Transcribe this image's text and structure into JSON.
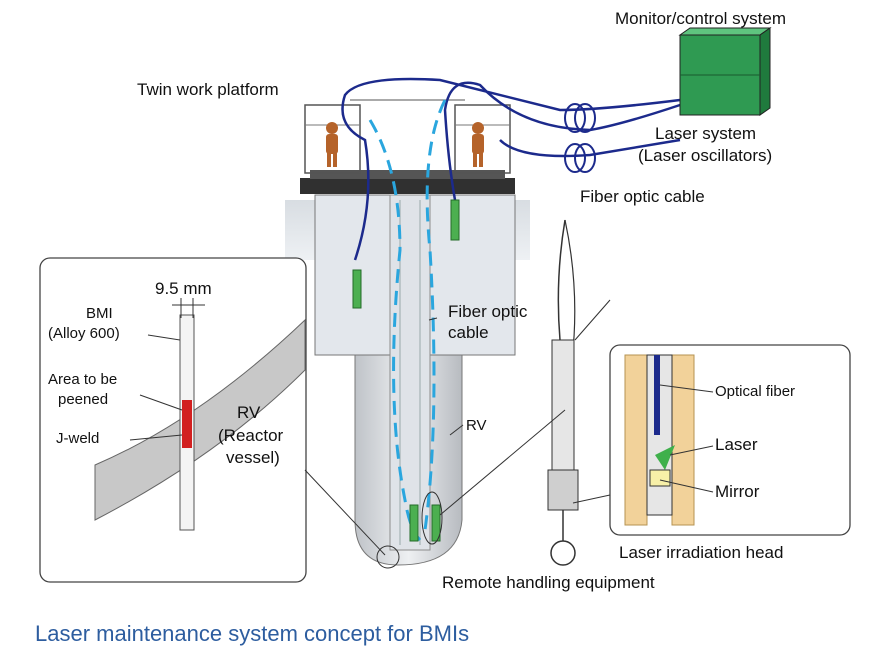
{
  "labels": {
    "monitor_control": "Monitor/control system",
    "twin_platform": "Twin work platform",
    "laser_system_1": "Laser system",
    "laser_system_2": "(Laser oscillators)",
    "fiber_cable_top": "Fiber optic cable",
    "fiber_cable_mid_1": "Fiber optic",
    "fiber_cable_mid_2": "cable",
    "rv_vessel": "RV",
    "remote_handling": "Remote handling equipment",
    "irradiation_head": "Laser irradiation head",
    "optical_fiber": "Optical fiber",
    "laser": "Laser",
    "mirror": "Mirror",
    "dimension": "9.5 mm",
    "bmi_1": "BMI",
    "bmi_2": "(Alloy 600)",
    "area_1": "Area to be",
    "area_2": "peened",
    "jweld": "J-weld",
    "rv_inset_1": "RV",
    "rv_inset_2": "(Reactor",
    "rv_inset_3": "vessel)"
  },
  "caption": "Laser maintenance system concept for BMIs",
  "colors": {
    "monitor_box": "#2f9a52",
    "fiber_dark": "#1c2a8c",
    "fiber_light": "#2aa6de",
    "weld_red": "#d22020",
    "caption": "#2d5d9f",
    "vessel_gray": "#c8c8c8"
  }
}
